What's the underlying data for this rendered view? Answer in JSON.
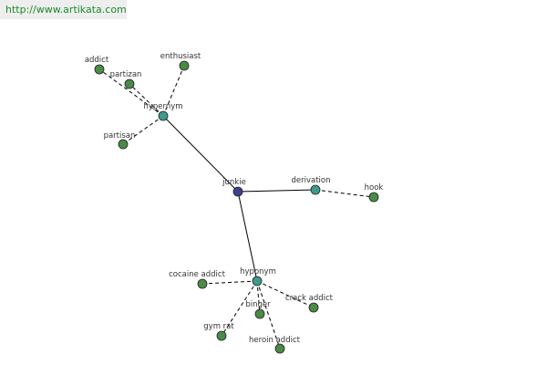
{
  "watermark": "http://www.artikata.com",
  "colors": {
    "root": "#3b3f8c",
    "relation": "#3f9a8c",
    "leaf": "#4b8a47"
  },
  "nodes": [
    {
      "id": "junkie",
      "label": "junkie",
      "kind": "root"
    },
    {
      "id": "hypernym",
      "label": "hypernym",
      "kind": "relation"
    },
    {
      "id": "derivation",
      "label": "derivation",
      "kind": "relation"
    },
    {
      "id": "hyponym",
      "label": "hyponym",
      "kind": "relation"
    },
    {
      "id": "addict",
      "label": "addict",
      "kind": "leaf"
    },
    {
      "id": "partizan",
      "label": "partizan",
      "kind": "leaf"
    },
    {
      "id": "enthusiast",
      "label": "enthusiast",
      "kind": "leaf"
    },
    {
      "id": "partisan",
      "label": "partisan",
      "kind": "leaf"
    },
    {
      "id": "hook",
      "label": "hook",
      "kind": "leaf"
    },
    {
      "id": "cocaine-addict",
      "label": "cocaine addict",
      "kind": "leaf"
    },
    {
      "id": "crack-addict",
      "label": "crack addict",
      "kind": "leaf"
    },
    {
      "id": "binger",
      "label": "binger",
      "kind": "leaf"
    },
    {
      "id": "gym-rat",
      "label": "gym rat",
      "kind": "leaf"
    },
    {
      "id": "heroin-addict",
      "label": "heroin addict",
      "kind": "leaf"
    }
  ],
  "edges": [
    {
      "from": "junkie",
      "to": "hypernym",
      "style": "solid"
    },
    {
      "from": "junkie",
      "to": "derivation",
      "style": "solid"
    },
    {
      "from": "junkie",
      "to": "hyponym",
      "style": "solid"
    },
    {
      "from": "hypernym",
      "to": "addict",
      "style": "dashed"
    },
    {
      "from": "hypernym",
      "to": "partizan",
      "style": "dashed"
    },
    {
      "from": "hypernym",
      "to": "enthusiast",
      "style": "dashed"
    },
    {
      "from": "hypernym",
      "to": "partisan",
      "style": "dashed"
    },
    {
      "from": "derivation",
      "to": "hook",
      "style": "dashed"
    },
    {
      "from": "hyponym",
      "to": "cocaine-addict",
      "style": "dashed"
    },
    {
      "from": "hyponym",
      "to": "crack-addict",
      "style": "dashed"
    },
    {
      "from": "hyponym",
      "to": "binger",
      "style": "dashed"
    },
    {
      "from": "hyponym",
      "to": "gym-rat",
      "style": "dashed"
    },
    {
      "from": "hyponym",
      "to": "heroin-addict",
      "style": "dashed"
    }
  ]
}
